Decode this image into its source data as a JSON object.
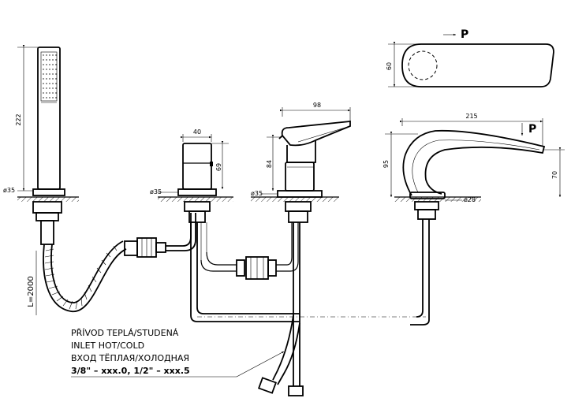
{
  "labels": {
    "pressure_top": "P",
    "pressure_side": "P",
    "shower_length": "L=2000"
  },
  "dimensions": {
    "shower_height": "222",
    "shower_diameter": "ø35",
    "valve_width": "40",
    "valve_height": "69",
    "valve_diameter": "ø35",
    "mixer_width": "98",
    "mixer_height": "84",
    "mixer_diameter": "ø35",
    "top_view_depth": "60",
    "spout_length": "215",
    "spout_height": "95",
    "spout_outlet_height": "70",
    "spout_diameter": "ø28"
  },
  "note": {
    "line1": "PŘÍVOD TEPLÁ/STUDENÁ",
    "line2": "INLET HOT/COLD",
    "line3": "ВХОД ТЁПЛАЯ/ХОЛОДНАЯ",
    "line4": "3/8\" – xxx.0,  1/2\" – xxx.5"
  }
}
